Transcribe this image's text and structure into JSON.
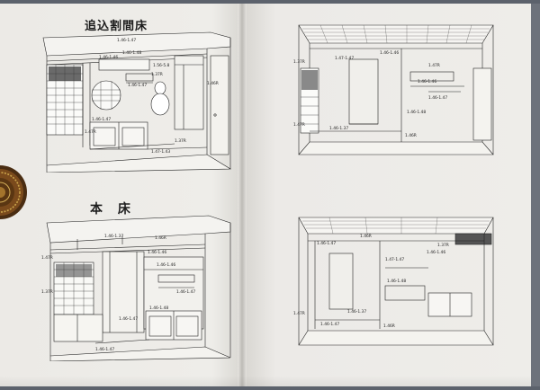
{
  "spread": {
    "left_page": {
      "title_top": "追込割間床",
      "title_bottom": "本 床"
    }
  },
  "dims": {
    "a1": "1.46-1.47",
    "a2": "1.46-1.48",
    "a3": "1.46-1.46",
    "a4": "1.56-5.8",
    "a5": "1.37R",
    "a6": "1.46-1.47",
    "a7": "1.46-1.47",
    "a8": "1.47R",
    "a9": "1.46R",
    "a10": "1.47-1.43",
    "a11": "1.37R",
    "b1": "1.46-1.37",
    "b2": "1.46R",
    "b3": "1.47R",
    "b4": "1.46-1.46",
    "b5": "1.46-1.46",
    "b6": "1.46-1.47",
    "b7": "1.46-1.48",
    "b8": "1.46-1.47",
    "b9": "1.37R",
    "b10": "1.46-1.47",
    "c1": "1.47-1.47",
    "c2": "1.46-1.46",
    "c3": "1.47R",
    "c4": "1.46-1.46",
    "c5": "1.46-1.47",
    "c6": "1.46-1.48",
    "c7": "1.37R",
    "c8": "1.46-1.37",
    "c9": "1.47R",
    "c10": "1.46R",
    "d1": "1.46-1.47",
    "d2": "1.46R",
    "d3": "1.47-1.47",
    "d4": "1.46-1.46",
    "d5": "1.37R",
    "d6": "1.46-1.48",
    "d7": "1.47R",
    "d8": "1.46-1.37",
    "d9": "1.46R",
    "d10": "1.46-1.47"
  }
}
